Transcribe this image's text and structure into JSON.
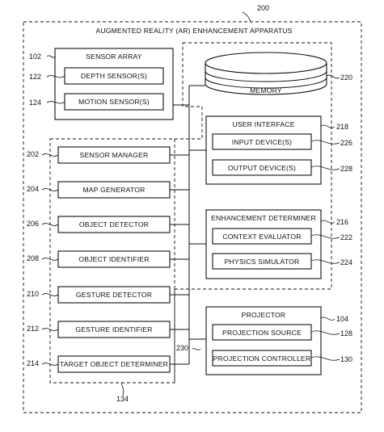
{
  "apparatus": {
    "title": "AUGMENTED REALITY (AR) ENHANCEMENT APPARATUS",
    "ref": "200"
  },
  "sensor_array": {
    "title": "SENSOR ARRAY",
    "ref": "102",
    "depth_sensor": {
      "label": "DEPTH SENSOR(S)",
      "ref": "122"
    },
    "motion_sensor": {
      "label": "MOTION SENSOR(S)",
      "ref": "124"
    }
  },
  "memory": {
    "label": "MEMORY",
    "ref": "220"
  },
  "user_interface": {
    "title": "USER INTERFACE",
    "ref": "218",
    "input_device": {
      "label": "INPUT DEVICE(S)",
      "ref": "226"
    },
    "output_device": {
      "label": "OUTPUT DEVICE(S)",
      "ref": "228"
    }
  },
  "enhancement_determiner": {
    "title": "ENHANCEMENT DETERMINER",
    "ref": "216",
    "context_evaluator": {
      "label": "CONTEXT EVALUATOR",
      "ref": "222"
    },
    "physics_simulator": {
      "label": "PHYSICS SIMULATOR",
      "ref": "224"
    }
  },
  "projector": {
    "title": "PROJECTOR",
    "ref": "104",
    "projection_source": {
      "label": "PROJECTION SOURCE",
      "ref": "128"
    },
    "projection_controller": {
      "label": "PROJECTION CONTROLLER",
      "ref": "130"
    }
  },
  "modules": {
    "ref": "134",
    "sensor_manager": {
      "label": "SENSOR MANAGER",
      "ref": "202"
    },
    "map_generator": {
      "label": "MAP GENERATOR",
      "ref": "204"
    },
    "object_detector": {
      "label": "OBJECT DETECTOR",
      "ref": "206"
    },
    "object_identifier": {
      "label": "OBJECT IDENTIFIER",
      "ref": "208"
    },
    "gesture_detector": {
      "label": "GESTURE DETECTOR",
      "ref": "210"
    },
    "gesture_identifier": {
      "label": "GESTURE IDENTIFIER",
      "ref": "212"
    },
    "target_object_determiner": {
      "label": "TARGET OBJECT DETERMINER",
      "ref": "214"
    }
  },
  "bus": {
    "ref": "230"
  }
}
